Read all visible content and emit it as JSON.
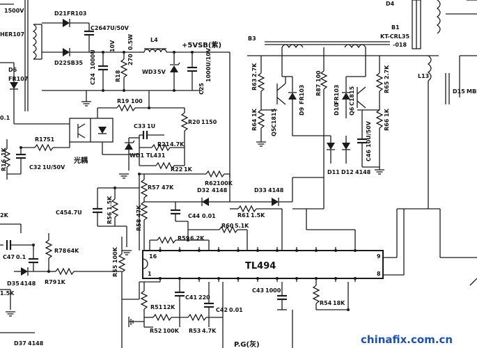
{
  "labels": {
    "top_left_voltage": "1500V",
    "ther107": "HER107",
    "d21": "D21",
    "fr103_a": "FR103",
    "c26": "C26",
    "c26_val": "47U/50V",
    "d22": "D22",
    "sb35": "SB35",
    "c24": "C24",
    "c24_val": "1000U",
    "v10": "10V",
    "r18": "R18",
    "r18_val": "270",
    "r18_w": "0.5W",
    "l4": "L4",
    "vsb": "+5VSB(紫)",
    "wd3": "WD3",
    "wd3_val": "5V",
    "c25": "C25",
    "c25_val": "1000U/10V",
    "d6": "D6",
    "fr107": "FR107",
    "v01": "0.1",
    "r19": "R19",
    "r19_val": "100",
    "c33": "C33",
    "c33_val": "1U",
    "r20": "R20",
    "r20_val": "1150",
    "r17": "R17",
    "r17_val": "51",
    "r21": "R21",
    "r21_val": "4.7K",
    "r16": "R16",
    "r16_val": "1K",
    "c32": "C32",
    "c32_val": "1U/50V",
    "optocoupler": "光耦",
    "wd1": "WD1",
    "tl431": "TL431",
    "r22": "R22",
    "r22_val": "1K",
    "b3": "B3",
    "r63": "R63",
    "r63_val": "2.7K",
    "r64": "R64",
    "r64_val": "1K",
    "q5": "Q5",
    "c1815_a": "C1815",
    "d9": "D9",
    "fr103_b": "FR103",
    "r87": "R87",
    "r87_val": "100",
    "d10": "D10",
    "fr103_c": "FR103",
    "q6": "Q6",
    "c1815_b": "C1815",
    "r65": "R65",
    "r65_val": "2.7K",
    "r66": "R66",
    "r66_val": "1K",
    "c46": "C46",
    "c46_val": "10U/50V",
    "d11": "D11",
    "d12": "D12",
    "d12_val": "4148",
    "b1": "B1",
    "ktcrl": "KT-CRL35",
    "ktcrl2": "-018",
    "l13": "L13",
    "d15": "D15",
    "mbr": "MBR",
    "d4": "D4",
    "r62": "R62",
    "r62_val": "100K",
    "r57": "R57",
    "r57_val": "47K",
    "d32": "D32",
    "d32_val": "4148",
    "d33": "D33",
    "d33_val": "4148",
    "c45": "C45",
    "c45_val": "4.7U",
    "r56": "R56",
    "r56_val": "1.5K",
    "r58": "R58",
    "r58_val": "47K",
    "c44": "C44",
    "c44_val": "0.01",
    "r61": "R61",
    "r61_val": "1.5K",
    "r60": "R60",
    "r60_val": "5.1K",
    "r59": "R59",
    "r59_val": "6.2K",
    "r55": "R55",
    "r55_val": "100K",
    "pin16": "16",
    "pin1": "1",
    "pin9": "9",
    "pin8": "8",
    "tl494": "TL494",
    "k2": "2K",
    "c47": "C47",
    "c47_val": "0.1",
    "r78": "R78",
    "r78_val": "64K",
    "d35": "D35",
    "d35_val": "4148",
    "r79": "R79",
    "r79_val": "1K",
    "k15": "1.5K",
    "c41": "C41",
    "c41_val": "220",
    "c42": "C42",
    "c42_val": "0.01",
    "c43": "C43",
    "c43_val": "1000",
    "r54": "R54",
    "r54_val": "18K",
    "r51": "R51",
    "r51_val": "12K",
    "r52": "R52",
    "r52_val": "100K",
    "r53": "R53",
    "r53_val": "4.7K",
    "d37": "D37",
    "d37_val": "4148",
    "pg": "P.G(灰)",
    "watermark": "chinafix.com.cn"
  }
}
